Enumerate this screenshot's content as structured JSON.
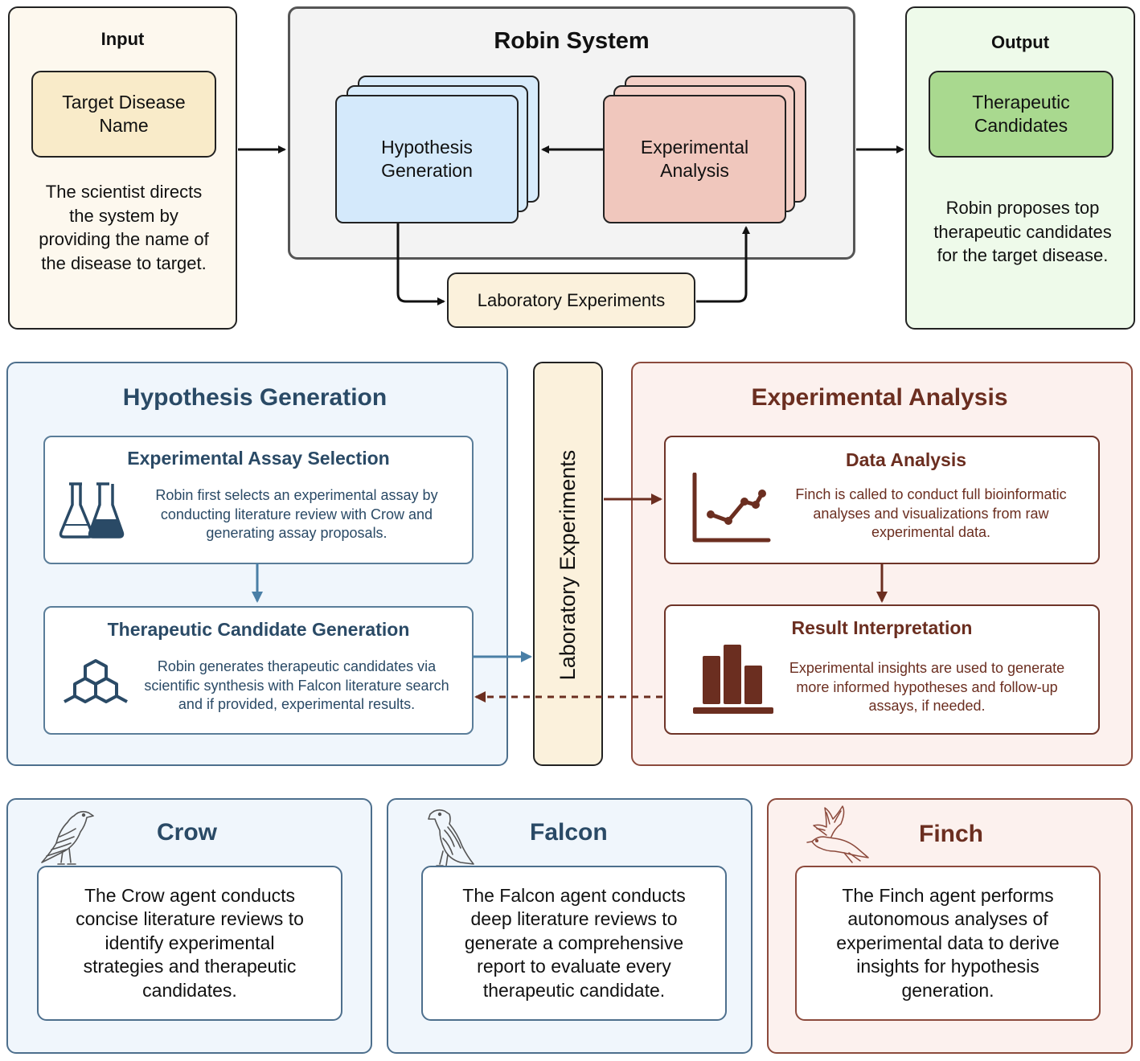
{
  "top": {
    "input": {
      "title": "Input",
      "box": "Target Disease Name",
      "desc": "The scientist directs the system by providing the name of the disease to target."
    },
    "robin": {
      "title": "Robin System",
      "hypothesis": "Hypothesis Generation",
      "experimental": "Experimental Analysis",
      "lab": "Laboratory Experiments"
    },
    "output": {
      "title": "Output",
      "box": "Therapeutic Candidates",
      "desc": "Robin proposes top therapeutic candidates for the target disease."
    }
  },
  "middle": {
    "hypothesis": {
      "title": "Hypothesis Generation",
      "assay": {
        "title": "Experimental Assay Selection",
        "text": "Robin first selects an experimental assay by conducting literature review with Crow and generating assay proposals."
      },
      "candidate": {
        "title": "Therapeutic Candidate Generation",
        "text": "Robin generates therapeutic candidates via scientific synthesis with Falcon literature search and if provided, experimental results."
      }
    },
    "lab_label": "Laboratory Experiments",
    "experimental": {
      "title": "Experimental Analysis",
      "data": {
        "title": "Data Analysis",
        "text": "Finch is called to conduct full bioinformatic analyses and visualizations from raw experimental data."
      },
      "result": {
        "title": "Result Interpretation",
        "text": "Experimental insights are used to generate more informed hypotheses and follow-up assays, if needed."
      }
    }
  },
  "agents": {
    "crow": {
      "title": "Crow",
      "text": "The Crow agent conducts concise literature reviews to identify experimental strategies and therapeutic candidates."
    },
    "falcon": {
      "title": "Falcon",
      "text": "The Falcon agent conducts deep literature reviews to generate a comprehensive report to evaluate every therapeutic candidate."
    },
    "finch": {
      "title": "Finch",
      "text": "The Finch agent performs autonomous analyses of experimental data to derive insights for hypothesis generation."
    }
  },
  "colors": {
    "blue_title": "#2a4a66",
    "red_title": "#6b2e20",
    "arrow_blue": "#4a7fa6",
    "arrow_red": "#6b2e20"
  },
  "icons": [
    "flasks-icon",
    "hexagon-molecule-icon",
    "line-chart-icon",
    "bar-chart-icon",
    "crow-icon",
    "falcon-icon",
    "finch-icon"
  ]
}
